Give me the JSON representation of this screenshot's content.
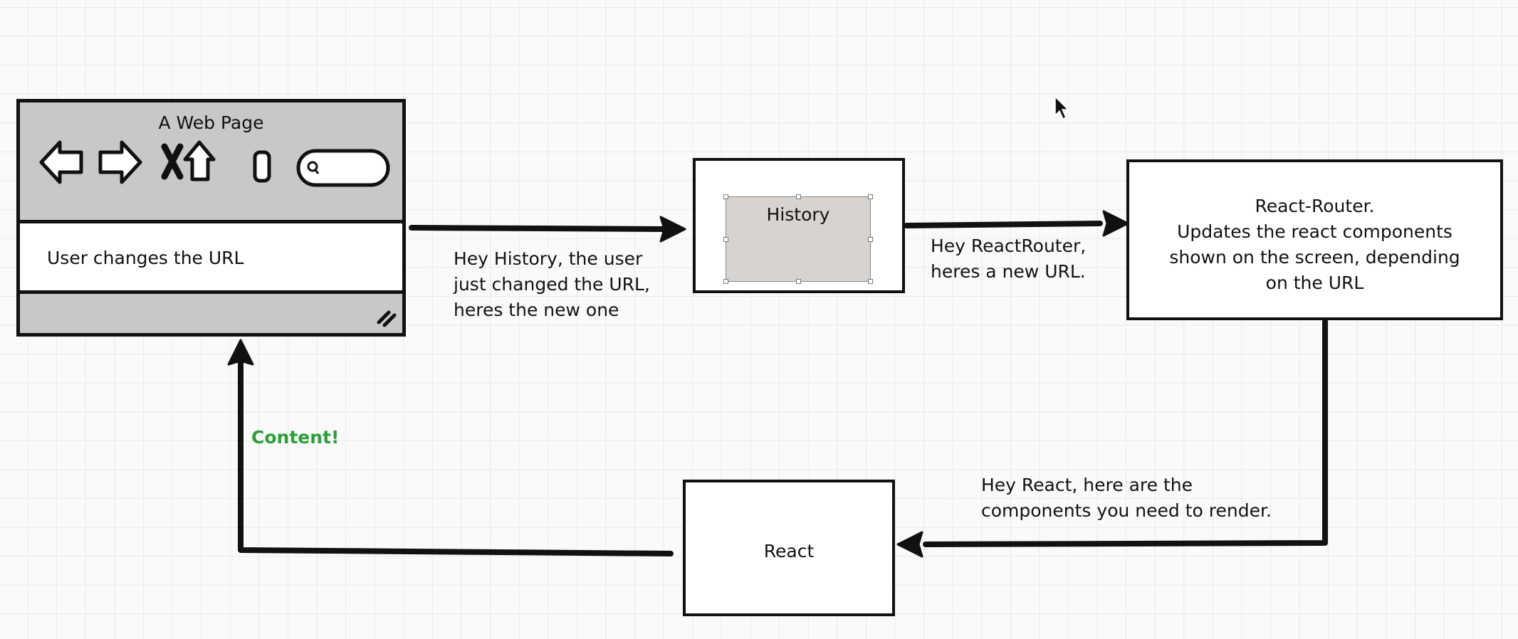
{
  "browser": {
    "title": "A Web Page",
    "content_text": "User changes the URL"
  },
  "nodes": {
    "history": "History",
    "react_router": "React-Router.\nUpdates the react components\nshown on the screen, depending\non the URL",
    "react": "React"
  },
  "edges": {
    "browser_to_history": "Hey History, the user\njust changed the URL,\nheres the new one",
    "history_to_router": "Hey ReactRouter,\nheres a new URL.",
    "router_to_react": "Hey React, here are the\ncomponents you need to render.",
    "react_to_browser": "Content!"
  },
  "colors": {
    "content_label": "#2e9e3a",
    "stroke": "#111111",
    "history_fill": "#d9d3cf",
    "browser_chrome": "#c8c8c8"
  },
  "icons": [
    "back-arrow-icon",
    "forward-arrow-icon",
    "stop-icon",
    "home-icon",
    "bookmark-icon",
    "search-field-icon",
    "resize-grip-icon",
    "mouse-cursor-icon"
  ]
}
